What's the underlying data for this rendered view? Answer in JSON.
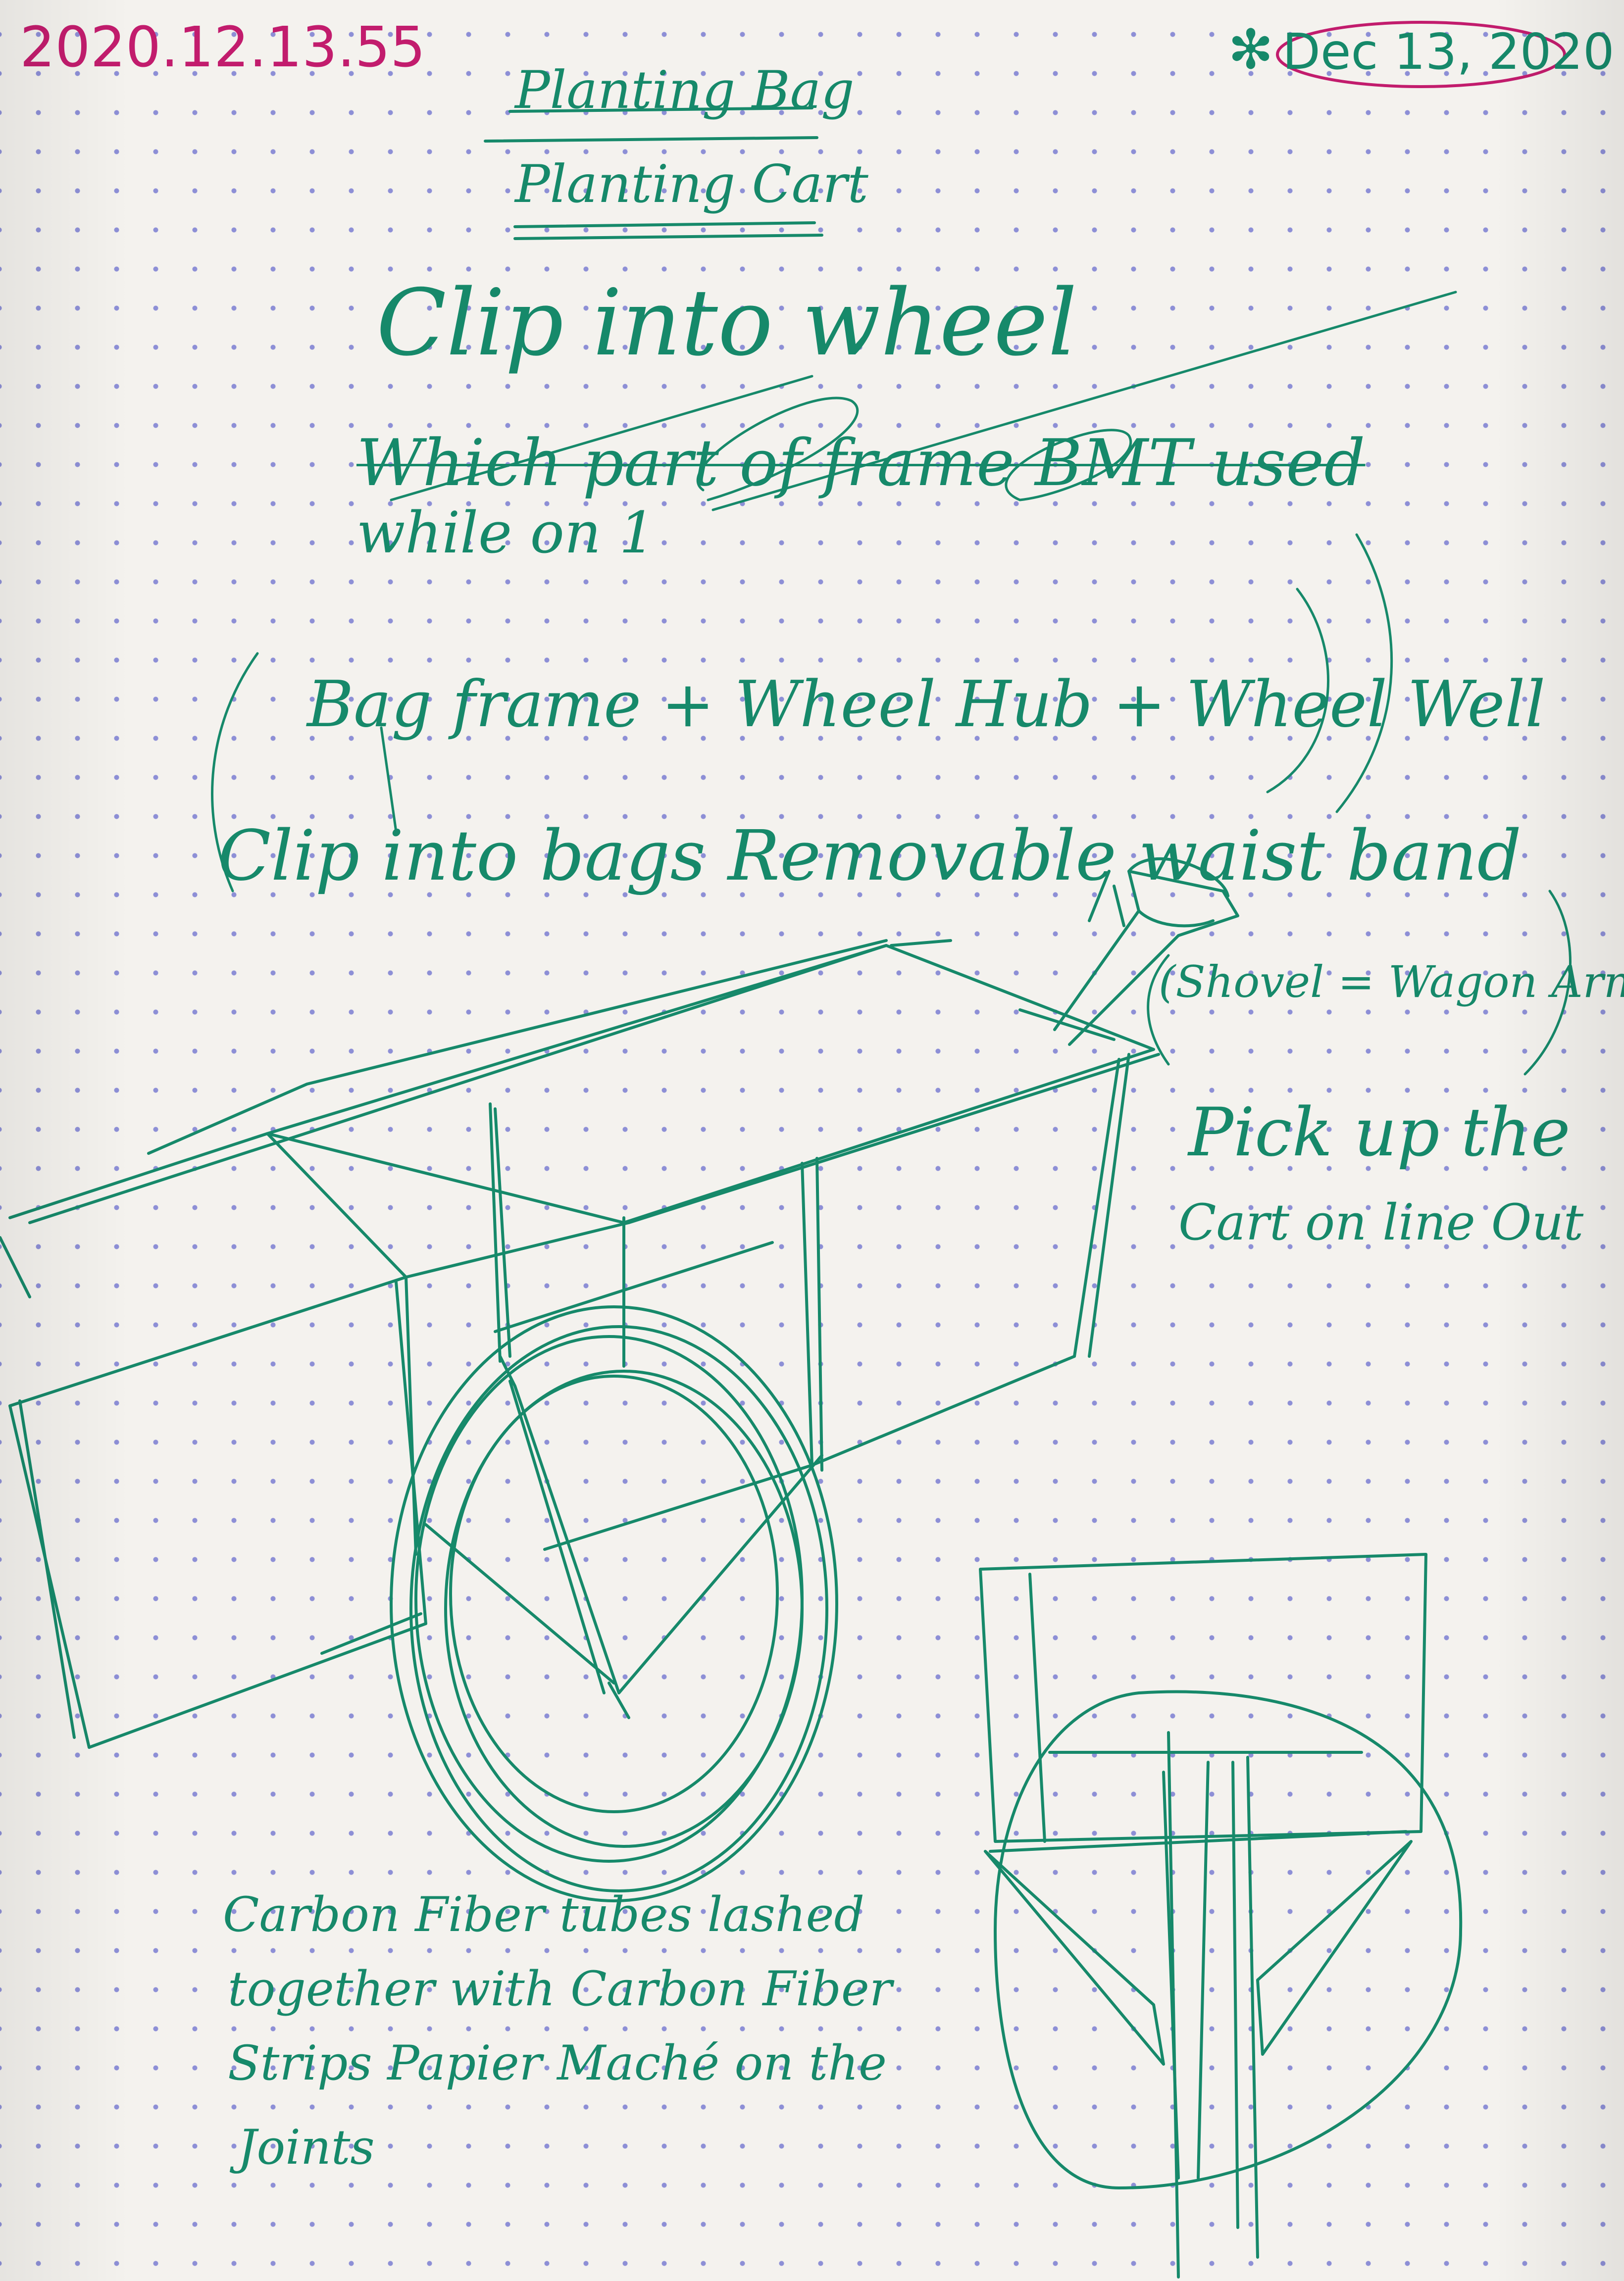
{
  "corner_timestamp": "2020.12.13.55",
  "date_circled": "Dec 13, 2020",
  "date_mark": "✻",
  "heading": {
    "line1": "Planting Bag",
    "line2": "Planting Cart"
  },
  "notes": {
    "clip_into_wheel": "Clip into wheel",
    "which_part_of_frame": "Which part of frame BMT used",
    "while_on": "while on 1",
    "bag_frame": "Bag frame + Wheel Hub + Wheel Well",
    "clip_into_bags": "Clip into bags Removable waist band",
    "shovel_wagon_arm": "(Shovel = Wagon Arm)",
    "pick_up_cart_1": "Pick up the",
    "pick_up_cart_2": "Cart on line Out",
    "carbon_fiber_1": "Carbon Fiber tubes lashed",
    "carbon_fiber_2": "together with Carbon Fiber",
    "carbon_fiber_3": "Strips Papier Maché on the",
    "carbon_fiber_4": "Joints"
  },
  "colors": {
    "ink_green": "#16896a",
    "ink_magenta": "#c21c6d",
    "grid_dot": "#8d8fd6",
    "paper": "#f4f2ee"
  }
}
